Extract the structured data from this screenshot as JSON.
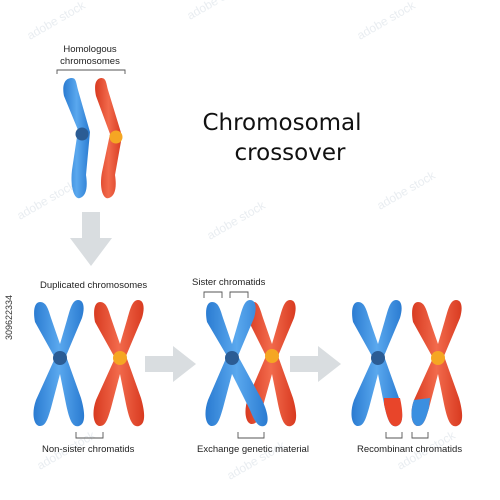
{
  "title_line1": "Chromosomal",
  "title_line2": "crossover",
  "labels": {
    "homologous_line1": "Homologous",
    "homologous_line2": "chromosomes",
    "duplicated": "Duplicated chromosomes",
    "sister": "Sister chromatids",
    "non_sister": "Non-sister chromatids",
    "exchange": "Exchange genetic material",
    "recombinant": "Recombinant chromatids"
  },
  "watermark": "adobe stock",
  "stock_id": "309622334",
  "colors": {
    "blue": "#3b8fe0",
    "blue_light": "#6fb4f2",
    "blue_dark": "#1f6fc2",
    "red": "#e8452a",
    "red_light": "#f47a5c",
    "red_dark": "#c23418",
    "centromere_blue": "#2b5c94",
    "centromere_red": "#f5a623",
    "arrow": "#d9dde0"
  }
}
